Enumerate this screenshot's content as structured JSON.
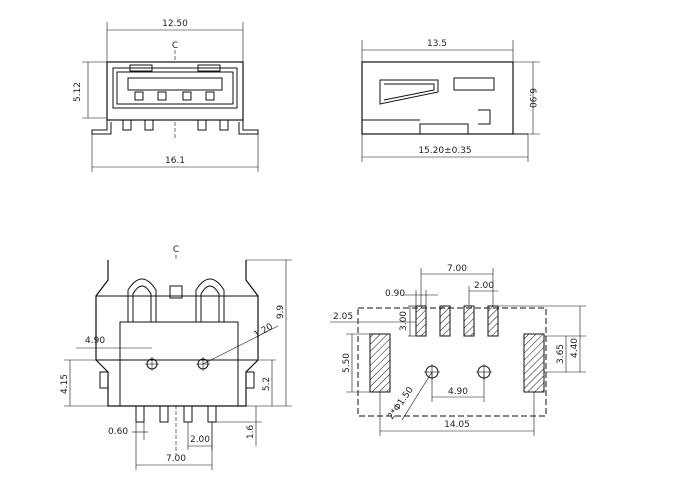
{
  "views": {
    "front": {
      "width_top": "12.50",
      "height": "5.12",
      "width_bottom": "16.1",
      "center_mark": "C"
    },
    "side": {
      "width_top": "13.5",
      "height": "6.90",
      "width_bottom": "15.20±0.35"
    },
    "top": {
      "center_mark": "C",
      "offset_left": "4.90",
      "radius": "1.20",
      "total_height": "9.9",
      "lower_height": "5.2",
      "side_height": "4.15",
      "pin_width": "0.60",
      "pin_pitch": "2.00",
      "pin_span": "7.00",
      "pin_length": "1.6"
    },
    "footprint": {
      "pad_span": "7.00",
      "pad_width": "0.90",
      "pad_pitch": "2.00",
      "pad_height": "3.00",
      "left_offset": "2.05",
      "tab_height": "5.50",
      "right_a": "3.65",
      "right_b": "4.40",
      "hole_dia": "2*Φ1.50",
      "hole_spacing": "4.90",
      "total_width": "14.05"
    }
  }
}
